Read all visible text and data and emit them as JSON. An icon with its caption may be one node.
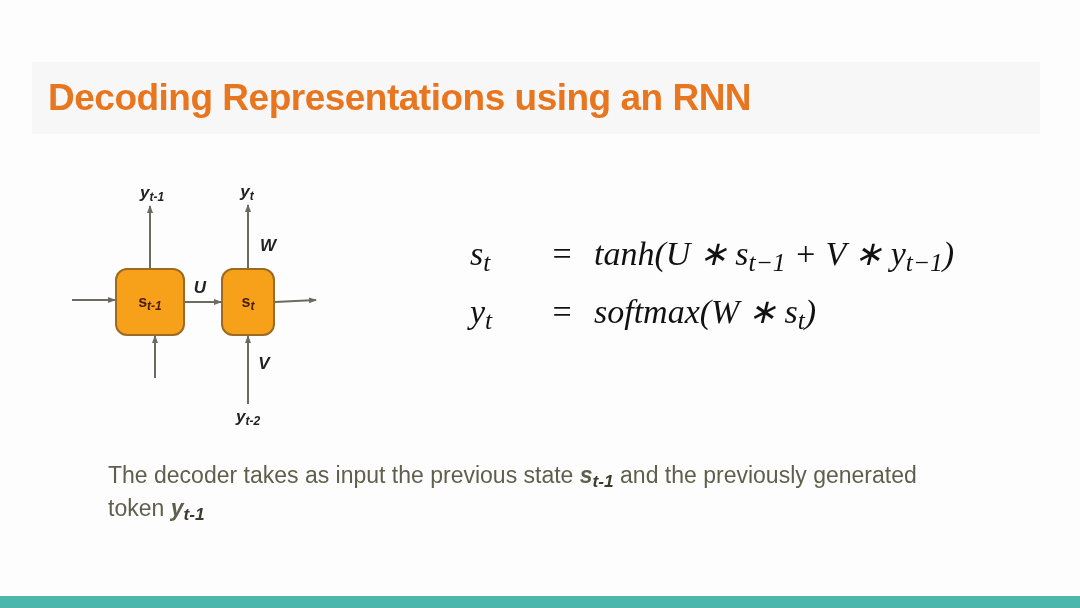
{
  "diagram": {
    "title": "Decoding Representations using an RNN",
    "nodes": [
      {
        "text": [
          "s$_{t-1}$"
        ]
      },
      {
        "text": [
          "s$_{t}$"
        ]
      },
      {
        "text": [
          "y$_{t-1}$"
        ]
      },
      {
        "text": [
          "y$_{t}$"
        ]
      },
      {
        "text": [
          "y$_{t-2}$"
        ]
      }
    ],
    "edges": [
      {
        "from": null,
        "to": 0,
        "arrow": "to"
      },
      {
        "from": 0,
        "to": 1,
        "arrow": "to",
        "label": "U"
      },
      {
        "from": 1,
        "to": null,
        "arrow": "to"
      },
      {
        "from": null,
        "to": 0,
        "arrow": "to"
      },
      {
        "from": 0,
        "to": 2,
        "arrow": "to"
      },
      {
        "from": 1,
        "to": 3,
        "arrow": "to",
        "label": "W"
      },
      {
        "from": 4,
        "to": 1,
        "arrow": "to",
        "label": "V"
      }
    ],
    "labels": [
      "s$_{t}$",
      "=",
      "tanh(U ∗ s$_{t−1}$ + V ∗ y$_{t−1}$)",
      "y$_{t}$",
      "=",
      "softmax(W ∗ s$_{t}$)"
    ],
    "caption": "The decoder takes as input the previous state **s**$_{t-1}$ and the previously generated token **y**$_{t-1}$"
  }
}
